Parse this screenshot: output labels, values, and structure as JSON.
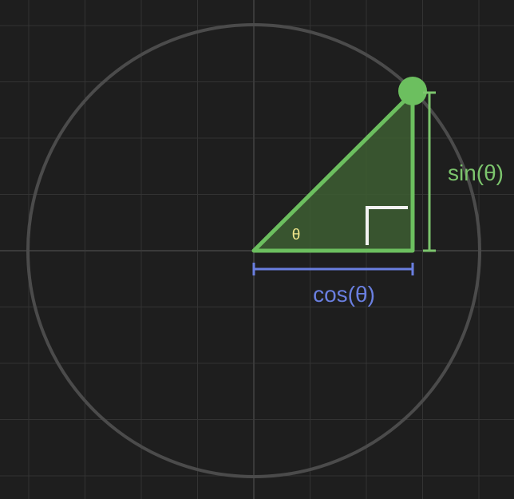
{
  "labels": {
    "angle": "θ",
    "cos": "cos(θ)",
    "sin": "sin(θ)"
  },
  "colors": {
    "background": "#1e1e1e",
    "grid": "#333333",
    "axis": "#3a3a3a",
    "circle": "#4b4b4b",
    "triangle_stroke": "#6cbf5f",
    "triangle_fill": "#3d5e32",
    "point": "#6cbf5f",
    "right_angle_marker": "#f2f2f2",
    "cos": "#6a7fe0",
    "sin": "#7cc56d",
    "angle_label": "#f0e68c"
  }
}
